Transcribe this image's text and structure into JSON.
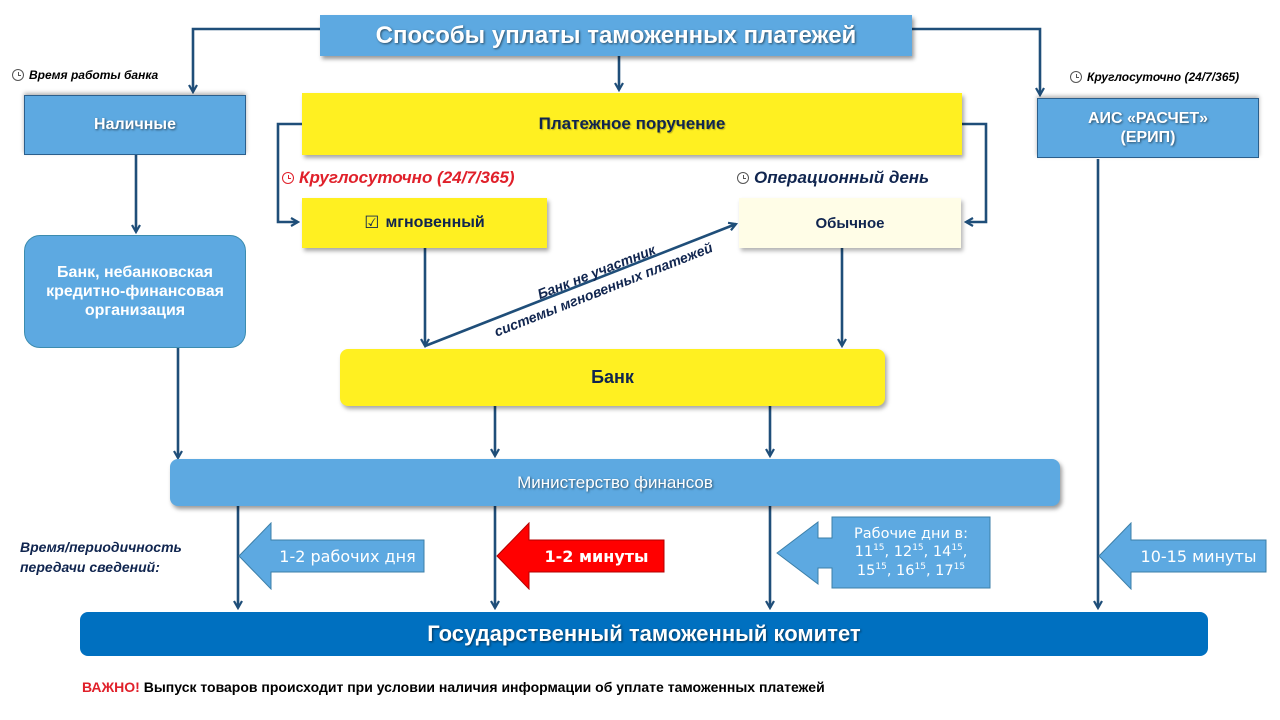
{
  "title": "Способы уплаты таможенных платежей",
  "methods": {
    "cash": {
      "label": "Наличные",
      "time_note": "Время работы банка",
      "next": "Банк, небанковская кредитно-финансовая организация"
    },
    "payment_order": {
      "label": "Платежное поручение",
      "instant": {
        "label": "мгновенный",
        "checkbox_glyph": "☑",
        "time_note": "Круглосуточно (24/7/365)"
      },
      "regular": {
        "label": "Обычное",
        "time_note": "Операционный день"
      },
      "fallback_note_line1": "Банк не участник",
      "fallback_note_line2": "системы мгновенных платежей",
      "bank": "Банк"
    },
    "erip": {
      "label_line1": "АИС «РАСЧЕТ»",
      "label_line2": "(ЕРИП)",
      "time_note": "Круглосуточно (24/7/365)"
    }
  },
  "ministry": "Министерство финансов",
  "transfer_label_line1": "Время/периодичность",
  "transfer_label_line2": "передачи сведений:",
  "transfer_times": {
    "cash": "1-2 рабочих дня",
    "instant": "1-2 минуты",
    "regular_line1": "Рабочие дни в:",
    "regular_times": [
      "11",
      "12",
      "14",
      "15",
      "16",
      "17"
    ],
    "regular_minutes": "15",
    "erip": "10-15 минуты"
  },
  "customs": "Государственный таможенный комитет",
  "footer": {
    "important": "ВАЖНО!",
    "text": "Выпуск товаров происходит при условии наличия информации об уплате таможенных платежей"
  },
  "colors": {
    "box_blue": "#5DA9E1",
    "box_yellow": "#FFF021",
    "customs_blue": "#0070C0",
    "connector": "#1F4E79",
    "accent_red": "#E0202A"
  }
}
